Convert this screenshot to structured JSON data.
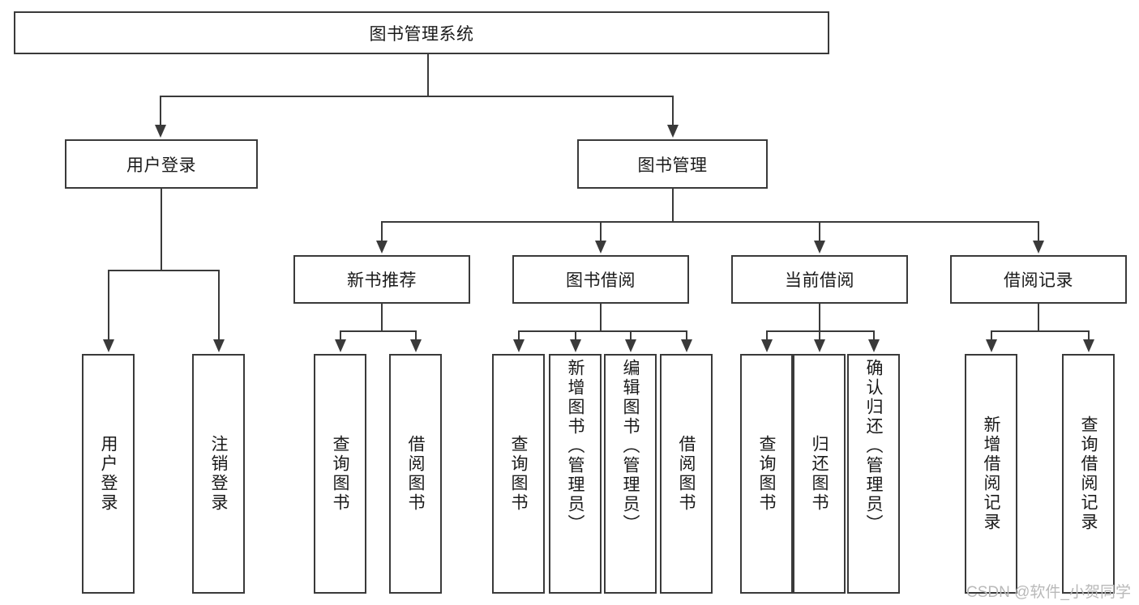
{
  "diagram": {
    "type": "tree-hierarchy-diagram",
    "root": {
      "label": "图书管理系统"
    },
    "level1": [
      {
        "label": "用户登录"
      },
      {
        "label": "图书管理"
      }
    ],
    "level2": [
      {
        "label": "新书推荐"
      },
      {
        "label": "图书借阅"
      },
      {
        "label": "当前借阅"
      },
      {
        "label": "借阅记录"
      }
    ],
    "leaves": {
      "user_login": [
        {
          "label": "用户登录"
        },
        {
          "label": "注销登录"
        }
      ],
      "new_book_recommend": [
        {
          "label": "查询图书"
        },
        {
          "label": "借阅图书"
        }
      ],
      "book_borrow": [
        {
          "label": "查询图书"
        },
        {
          "label": "新增图书（管理员）"
        },
        {
          "label": "编辑图书（管理员）"
        },
        {
          "label": "借阅图书"
        }
      ],
      "current_borrow": [
        {
          "label": "查询图书"
        },
        {
          "label": "归还图书"
        },
        {
          "label": "确认归还（管理员）"
        }
      ],
      "borrow_record": [
        {
          "label": "新增借阅记录"
        },
        {
          "label": "查询借阅记录"
        }
      ]
    },
    "watermark": "CSDN @软件_小贺同学",
    "colors": {
      "stroke": "#3a3a3a",
      "background": "#ffffff",
      "text": "#1a1a1a",
      "watermark": "#b9b9b9"
    }
  }
}
